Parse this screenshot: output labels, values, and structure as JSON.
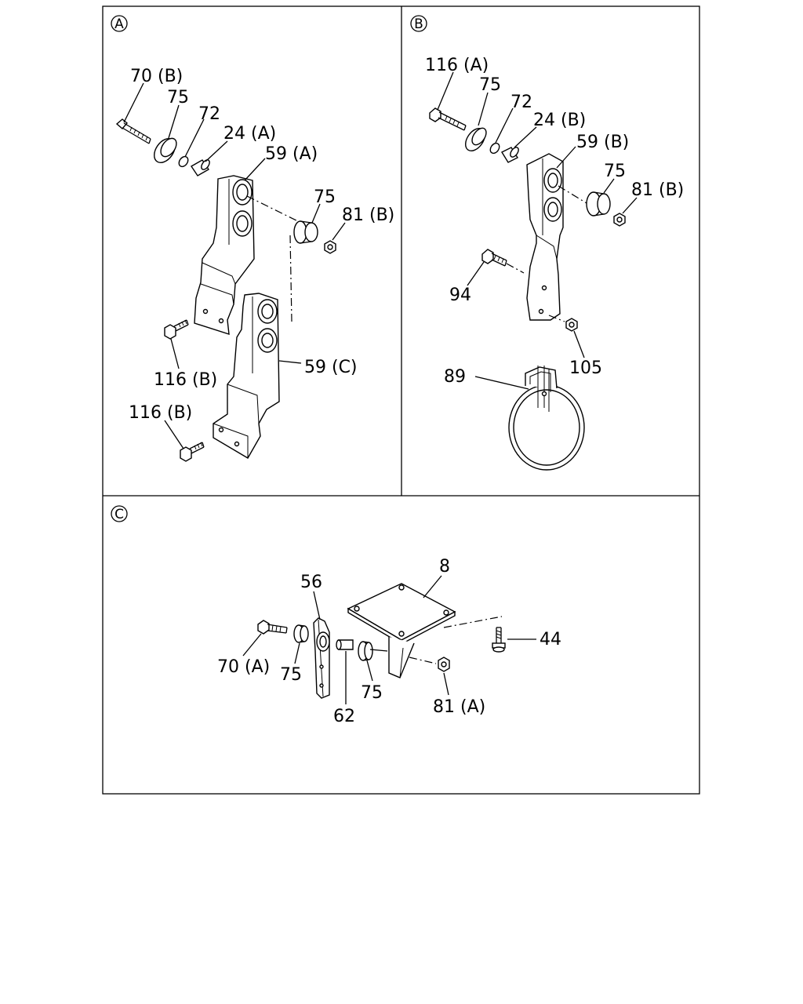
{
  "panels": {
    "a": {
      "letter": "A",
      "labels": {
        "bolt_70b": "70 (B)",
        "washer_75_top": "75",
        "washer_72": "72",
        "collar_24a": "24 (A)",
        "bracket_59a": "59 (A)",
        "washer_75_right": "75",
        "nut_81b": "81 (B)",
        "bolt_116b_upper": "116 (B)",
        "bracket_59c": "59 (C)",
        "bolt_116b_lower": "116 (B)"
      }
    },
    "b": {
      "letter": "B",
      "labels": {
        "bolt_116a": "116 (A)",
        "washer_75_top": "75",
        "washer_72": "72",
        "collar_24b": "24 (B)",
        "bracket_59b": "59 (B)",
        "washer_75_right": "75",
        "nut_81b": "81 (B)",
        "bolt_94": "94",
        "nut_105": "105",
        "clamp_89": "89"
      }
    },
    "c": {
      "letter": "C",
      "labels": {
        "plate_8": "8",
        "bracket_56": "56",
        "bolt_44": "44",
        "bolt_70a": "70 (A)",
        "washer_75_left": "75",
        "collar_62": "62",
        "washer_75_right": "75",
        "nut_81a": "81 (A)"
      }
    }
  }
}
